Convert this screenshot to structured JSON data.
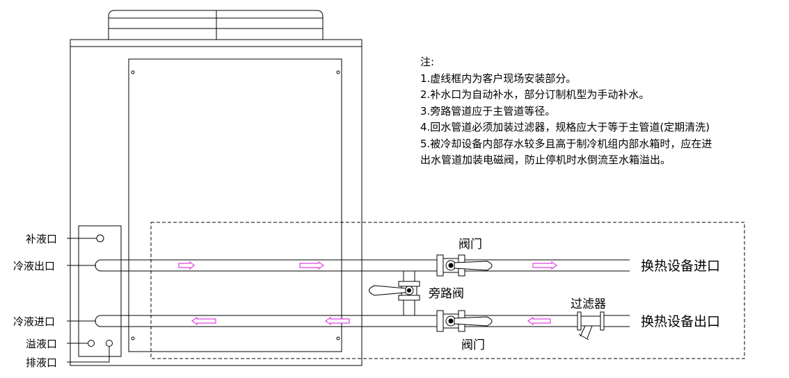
{
  "notes": {
    "heading": "注:",
    "items": [
      "1.虚线框内为客户现场安装部分。",
      "2.补水口为自动补水，部分订制机型为手动补水。",
      "3.旁路管道应于主管道等径。",
      "4.回水管道必须加装过滤器，规格应大于等于主管道(定期清洗)",
      "5.被冷却设备内部存水较多且高于制冷机组内部水箱时，应在进",
      "出水管道加装电磁阀，防止停机时水倒流至水箱溢出。"
    ]
  },
  "ports": {
    "refill": "补液口",
    "coolant_out": "冷液出口",
    "coolant_in": "冷液进口",
    "overflow": "溢液口",
    "drain": "排液口"
  },
  "labels": {
    "valve_top": "阀门",
    "valve_bottom": "阀门",
    "bypass_valve": "旁路阀",
    "filter": "过滤器",
    "hx_inlet": "换热设备进口",
    "hx_outlet": "换热设备出口"
  },
  "colors": {
    "line": "#000000",
    "flow_arrow": "#e040e0"
  },
  "icons": {
    "flow": "hollow-arrow",
    "valve": "ball-valve",
    "filter": "y-strainer"
  }
}
